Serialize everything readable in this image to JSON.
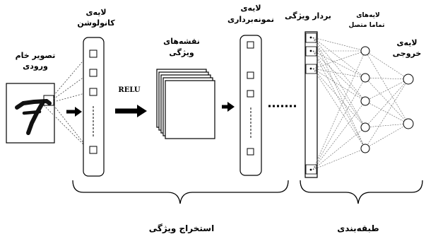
{
  "labels": {
    "input_image_line1": "تصویر خام",
    "input_image_line2": "ورودی",
    "conv_layer_line1": "لایه‌ی",
    "conv_layer_line2": "کانولوشن",
    "relu": "RELU",
    "feature_maps_line1": "نقشه‌های",
    "feature_maps_line2": "ویژگی",
    "pooling_layer_line1": "لایه‌ی",
    "pooling_layer_line2": "نمونه‌برداری",
    "feature_vector": "بردار ویژگی",
    "fully_connected_line1": "لایه‌های",
    "fully_connected_line2": "تماما متصل",
    "output_layer_line1": "لایه‌ی",
    "output_layer_line2": "خروجی",
    "feature_extraction": "استخراج ویژگی",
    "classification": "طبقه‌بندی"
  }
}
